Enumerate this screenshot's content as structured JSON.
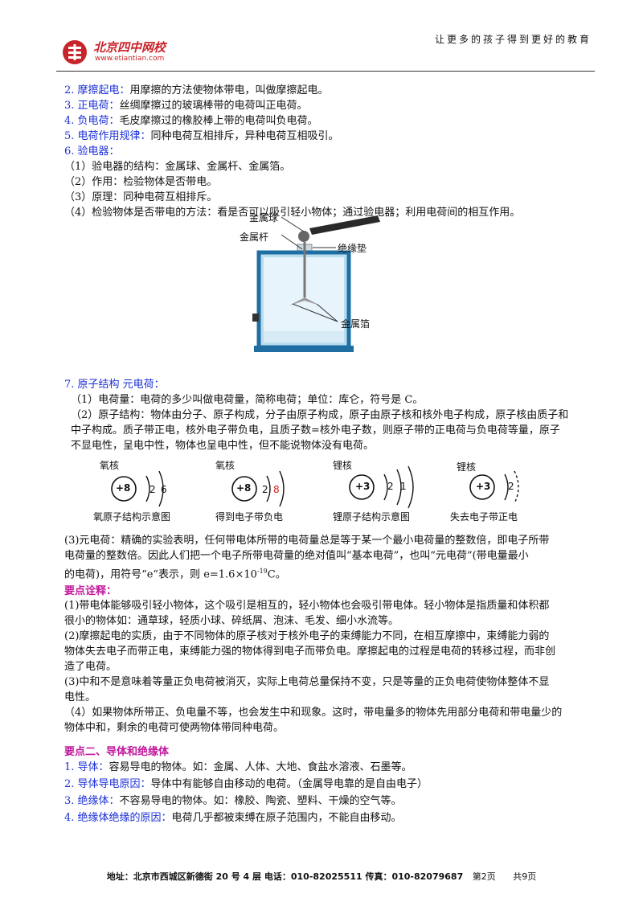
{
  "header": {
    "logo_text": "北京四中网校",
    "logo_url": "www.etiantian.com",
    "slogan": "让更多的孩子得到更好的教育"
  },
  "items": {
    "i2_term": "2. 摩擦起电：",
    "i2_text": "用摩擦的方法使物体带电，叫做摩擦起电。",
    "i3_term": "3. 正电荷：",
    "i3_text": "丝绸摩擦过的玻璃棒带的电荷叫正电荷。",
    "i4_term": "4. 负电荷：",
    "i4_text": "毛皮摩擦过的橡胶棒上带的电荷叫负电荷。",
    "i5_term": "5. 电荷作用规律：",
    "i5_text": "同种电荷互相排斥，异种电荷互相吸引。",
    "i6_term": "6. 验电器：",
    "i6_1": "（1）验电器的结构：金属球、金属杆、金属箔。",
    "i6_2": "（2）作用：检验物体是否带电。",
    "i6_3": "（3）原理：同种电荷互相排斥。",
    "i6_4": "（4）检验物体是否带电的方法：看是否可以吸引轻小物体；通过验电器；利用电荷间的相互作用。"
  },
  "electroscope": {
    "label_ball": "金属球",
    "label_rod": "金属杆",
    "label_pad": "绝缘垫",
    "label_foil": "金属箔"
  },
  "section7": {
    "title": "7. 原子结构 元电荷：",
    "p1": "（1）电荷量：电荷的多少叫做电荷量，简称电荷；单位：库仑，符号是 C。",
    "p2a": "（2）原子结构：物体由分子、原子构成，分子由原子构成，原子由原子核和核外电子构成，原子核由质子和",
    "p2b": "中子构成。质子带正电，核外电子带负电，且质子数=核外电子数，则原子带的正电荷与负电荷等量，原子",
    "p2c": "不显电性，呈电中性，物体也呈电中性，但不能说物体没有电荷。"
  },
  "atoms": [
    {
      "nucleus_label": "氧核",
      "core": "+8",
      "shell1": "2",
      "shell2": "6",
      "caption": "氧原子结构示意图"
    },
    {
      "nucleus_label": "氧核",
      "core": "+8",
      "shell1": "2",
      "shell2": "8",
      "caption": "得到电子带负电"
    },
    {
      "nucleus_label": "锂核",
      "core": "+3",
      "shell1": "2",
      "shell2": "1",
      "caption": "锂原子结构示意图"
    },
    {
      "nucleus_label": "锂核",
      "core": "+3",
      "shell1": "2",
      "shell2": "",
      "caption": "失去电子带正电"
    }
  ],
  "section7_3": {
    "a": "(3)元电荷：精确的实验表明，任何带电体所带的电荷量总是等于某一个最小电荷量的整数倍，即电子所带",
    "b": "电荷量的整数倍。因此人们把一个电子所带电荷量的绝对值叫“基本电荷”，也叫“元电荷”(带电量最小",
    "c_pre": "的电荷)，用符号“e”表示，则 e=1.6×10",
    "c_sup": "-19",
    "c_post": "C。"
  },
  "notes": {
    "title": "要点诠释：",
    "n1a": "(1)带电体能够吸引轻小物体，这个吸引是相互的，轻小物体也会吸引带电体。轻小物体是指质量和体积都",
    "n1b": "很小的物体如：通草球，轻质小球、碎纸屑、泡沫、毛发、细小水流等。",
    "n2a": "(2)摩擦起电的实质，由于不同物体的原子核对于核外电子的束缚能力不同，在相互摩擦中，束缚能力弱的",
    "n2b": "物体失去电子而带正电，束缚能力强的物体得到电子而带负电。摩擦起电的过程是电荷的转移过程，而非创",
    "n2c": "造了电荷。",
    "n3a": "(3)中和不是意味着等量正负电荷被消灭，实际上电荷总量保持不变，只是等量的正负电荷使物体整体不显",
    "n3b": "电性。",
    "n4a": "（4）如果物体所带正、负电量不等，也会发生中和现象。这时，带电量多的物体先用部分电荷和带电量少的",
    "n4b": "物体中和，剩余的电荷可使两物体带同种电荷。"
  },
  "section_two": {
    "title": "要点二、导体和绝缘体",
    "l1_term": "1. 导体：",
    "l1_text": "容易导电的物体。如：金属、人体、大地、食盐水溶液、石墨等。",
    "l2_term": "2. 导体导电原因：",
    "l2_text": "导体中有能够自由移动的电荷。（金属导电靠的是自由电子）",
    "l3_term": "3. 绝缘体：",
    "l3_text": "不容易导电的物体。如：橡胶、陶瓷、塑料、干燥的空气等。",
    "l4_term": "4. 绝缘体绝缘的原因：",
    "l4_text": "电荷几乎都被束缚在原子范围内，不能自由移动。"
  },
  "footer": {
    "address": "地址：北京市西城区新德街 20 号 4 层  电话：010-82025511  传真：010-82079687",
    "page": "第2页",
    "total": "共9页"
  }
}
